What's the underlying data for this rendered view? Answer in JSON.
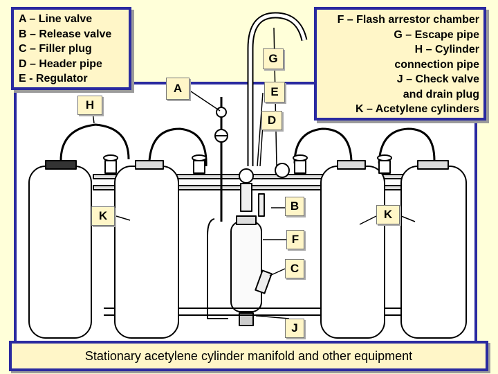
{
  "legend_left": [
    "A – Line valve",
    "B – Release valve",
    "C – Filler plug",
    "D – Header pipe",
    "E - Regulator"
  ],
  "legend_right": [
    "F – Flash arrestor chamber",
    "G – Escape pipe",
    "H – Cylinder",
    "connection pipe",
    "J – Check valve",
    "and drain plug",
    "K – Acetylene cylinders"
  ],
  "labels": {
    "A": "A",
    "B": "B",
    "C": "C",
    "D": "D",
    "E": "E",
    "F": "F",
    "G": "G",
    "H": "H",
    "J": "J",
    "K_left": "K",
    "K_right": "K"
  },
  "caption": "Stationary acetylene cylinder manifold and other equipment",
  "colors": {
    "background": "#ffffd9",
    "frame": "#2a2aa0",
    "label_fill": "#fff6c8",
    "line": "#000000"
  }
}
